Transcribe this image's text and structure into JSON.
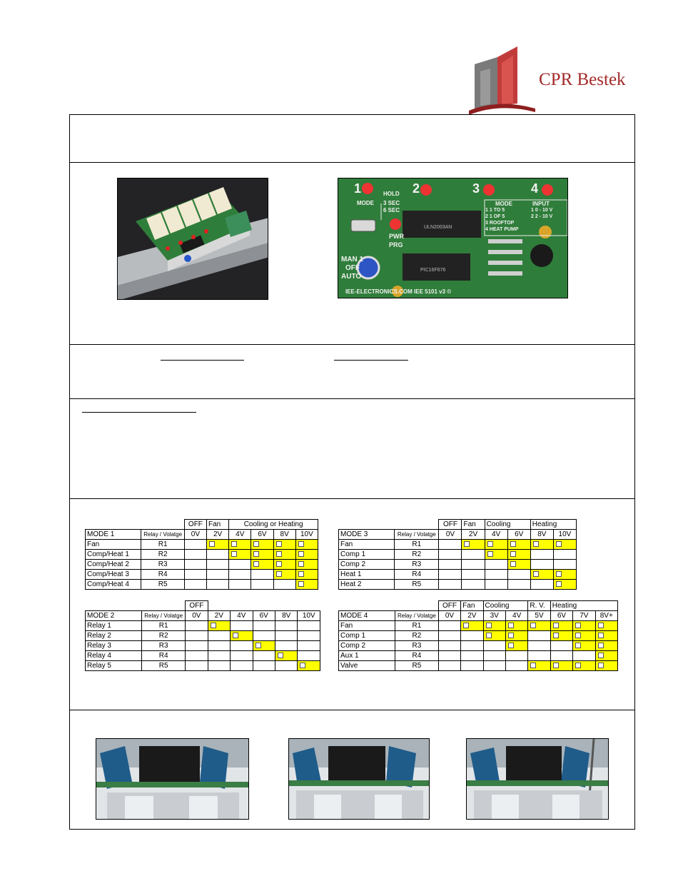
{
  "logo": {
    "text": "CPR Bestek"
  },
  "photos": {
    "top_left": "relay-board-photo",
    "top_right": "circuit-board-closeup",
    "bottom": [
      "relay-mount-photo-1",
      "relay-mount-photo-2",
      "relay-mount-photo-3"
    ]
  },
  "board_labels": {
    "n1": "1",
    "n2": "2",
    "n3": "3",
    "n4": "4",
    "hold": "HOLD",
    "mode": "MODE",
    "s3": "3 SEC",
    "s6": "6 SEC",
    "pwr": "PWR",
    "prg": "PRG",
    "man": "MAN 1",
    "off": "OFF",
    "auto": "AUTO",
    "mode_hdr": "MODE",
    "input_hdr": "INPUT",
    "m1": "1   1 TO 5",
    "m2": "2   1 OF 5",
    "m3": "3   ROOFTOP",
    "m4": "4   HEAT PUMP",
    "i1": "1   0 - 10 V",
    "i2": "2   2 - 10 V",
    "chip1": "ULN2003AN",
    "chip2": "PIC16F676",
    "footer": "IEE-ELECTRONICS.COM      IEE 5101 v3 ©"
  },
  "modes": {
    "mode1": {
      "groups": [
        "OFF",
        "Fan",
        "Cooling or Heating"
      ],
      "name": "MODE 1",
      "sub": "Relay / Volatge",
      "volts": [
        "0V",
        "2V",
        "4V",
        "6V",
        "8V",
        "10V"
      ],
      "rows": [
        {
          "label": "Fan",
          "relay": "R1",
          "on": [
            0,
            1,
            1,
            1,
            1,
            1
          ]
        },
        {
          "label": "Comp/Heat 1",
          "relay": "R2",
          "on": [
            0,
            0,
            1,
            1,
            1,
            1
          ]
        },
        {
          "label": "Comp/Heat 2",
          "relay": "R3",
          "on": [
            0,
            0,
            0,
            1,
            1,
            1
          ]
        },
        {
          "label": "Comp/Heat 3",
          "relay": "R4",
          "on": [
            0,
            0,
            0,
            0,
            1,
            1
          ]
        },
        {
          "label": "Comp/Heat 4",
          "relay": "R5",
          "on": [
            0,
            0,
            0,
            0,
            0,
            1
          ]
        }
      ]
    },
    "mode2": {
      "groups": [
        "OFF"
      ],
      "name": "MODE 2",
      "sub": "Relay / Volatge",
      "volts": [
        "0V",
        "2V",
        "4V",
        "6V",
        "8V",
        "10V"
      ],
      "rows": [
        {
          "label": "Relay 1",
          "relay": "R1",
          "on": [
            0,
            1,
            0,
            0,
            0,
            0
          ]
        },
        {
          "label": "Relay 2",
          "relay": "R2",
          "on": [
            0,
            0,
            1,
            0,
            0,
            0
          ]
        },
        {
          "label": "Relay 3",
          "relay": "R3",
          "on": [
            0,
            0,
            0,
            1,
            0,
            0
          ]
        },
        {
          "label": "Relay 4",
          "relay": "R4",
          "on": [
            0,
            0,
            0,
            0,
            1,
            0
          ]
        },
        {
          "label": "Relay 5",
          "relay": "R5",
          "on": [
            0,
            0,
            0,
            0,
            0,
            1
          ]
        }
      ]
    },
    "mode3": {
      "groups": [
        "OFF",
        "Fan",
        "Cooling",
        "Heating"
      ],
      "name": "MODE 3",
      "sub": "Relay / Volatge",
      "volts": [
        "0V",
        "2V",
        "4V",
        "6V",
        "8V",
        "10V"
      ],
      "rows": [
        {
          "label": "Fan",
          "relay": "R1",
          "on": [
            0,
            1,
            1,
            1,
            1,
            1
          ]
        },
        {
          "label": "Comp 1",
          "relay": "R2",
          "on": [
            0,
            0,
            1,
            1,
            0,
            0
          ]
        },
        {
          "label": "Comp 2",
          "relay": "R3",
          "on": [
            0,
            0,
            0,
            1,
            0,
            0
          ]
        },
        {
          "label": "Heat 1",
          "relay": "R4",
          "on": [
            0,
            0,
            0,
            0,
            1,
            1
          ]
        },
        {
          "label": "Heat 2",
          "relay": "R5",
          "on": [
            0,
            0,
            0,
            0,
            0,
            1
          ]
        }
      ]
    },
    "mode4": {
      "groups": [
        "OFF",
        "Fan",
        "Cooling",
        "R. V.",
        "Heating"
      ],
      "name": "MODE 4",
      "sub": "Relay / Volatge",
      "volts": [
        "0V",
        "2V",
        "3V",
        "4V",
        "5V",
        "6V",
        "7V",
        "8V+"
      ],
      "rows": [
        {
          "label": "Fan",
          "relay": "R1",
          "on": [
            0,
            1,
            1,
            1,
            1,
            1,
            1,
            1
          ]
        },
        {
          "label": "Comp 1",
          "relay": "R2",
          "on": [
            0,
            0,
            1,
            1,
            0,
            1,
            1,
            1
          ]
        },
        {
          "label": "Comp 2",
          "relay": "R3",
          "on": [
            0,
            0,
            0,
            1,
            0,
            0,
            1,
            1
          ]
        },
        {
          "label": "Aux 1",
          "relay": "R4",
          "on": [
            0,
            0,
            0,
            0,
            0,
            0,
            0,
            1
          ]
        },
        {
          "label": "Valve",
          "relay": "R5",
          "on": [
            0,
            0,
            0,
            0,
            1,
            1,
            1,
            1
          ]
        }
      ]
    }
  },
  "colors": {
    "highlight": "#ffff00",
    "logo_red": "#a32a2a",
    "board_green": "#2f7d3a"
  }
}
